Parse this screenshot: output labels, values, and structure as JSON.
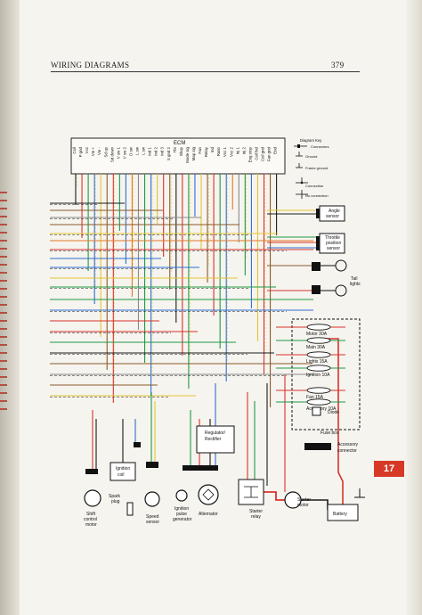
{
  "header": {
    "title": "WIRING DIAGRAMS",
    "page_number": "379"
  },
  "chapter_tab": "17",
  "ecm": {
    "title": "ECM",
    "pins": [
      "Coil",
      "P gnd",
      "Vcc",
      "Vin +",
      "Vin -",
      "Sd up",
      "Sd down",
      "V sw 1",
      "V sw 2",
      "D sw",
      "L sw",
      "L sw",
      "Ind 1",
      "Ind 2",
      "Ind 3",
      "S gnd 2",
      "Thr",
      "Shop",
      "Mode sig",
      "Map sig",
      "Fan",
      "Relay",
      "Ind",
      "Ratio",
      "Vcc 1",
      "Vcc 2",
      "Inj 1",
      "Inj 2",
      "Eng stop",
      "Coil hid",
      "Coil gnd",
      "Fan gnd",
      "End"
    ]
  },
  "key": {
    "title": "Diagram Key",
    "items": [
      "Connectors",
      "Ground",
      "Frame ground",
      "Connection",
      "No connection"
    ]
  },
  "components": {
    "angle_sensor": [
      "Angle",
      "sensor"
    ],
    "throttle_sensor": [
      "Throttle",
      "position",
      "sensor"
    ],
    "tail_lights": [
      "Tail",
      "lights"
    ],
    "fuses": [
      "Motor 30A",
      "Main 30A",
      "Lights 15A",
      "Ignition 10A",
      "Fan 15A",
      "Accessory 10A"
    ],
    "diode": "Diode",
    "fuse_box": "Fuse box",
    "accessory_connector": [
      "Accessory",
      "connector"
    ],
    "regulator": [
      "Regulator/",
      "Rectifier"
    ],
    "ignition_coil": [
      "Ignition",
      "coil"
    ],
    "spark_plug": [
      "Spark",
      "plug"
    ],
    "shift_motor": [
      "Shift",
      "control",
      "motor"
    ],
    "speed_sensor": [
      "Speed",
      "sensor"
    ],
    "pulse_generator": [
      "Ignition",
      "pulse",
      "generator"
    ],
    "alternator": "Alternator",
    "starter_relay": [
      "Starter",
      "relay"
    ],
    "starter_motor": [
      "Starter",
      "motor"
    ],
    "battery": "Battery"
  },
  "colors": {
    "red": "#d8332b",
    "green": "#1f9a45",
    "blue": "#2f6fd0",
    "black": "#1b1b1b",
    "yellow": "#e3c532",
    "brown": "#8a5a2b",
    "orange": "#e07a2a",
    "grey": "#8a8a8a",
    "tab": "#d63a26"
  }
}
